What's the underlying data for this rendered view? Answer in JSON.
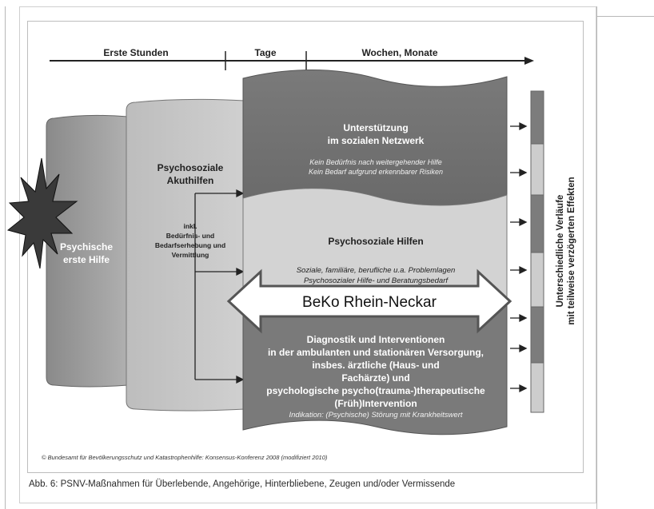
{
  "timeline": {
    "phase1": "Erste Stunden",
    "phase2": "Tage",
    "phase3": "Wochen, Monate"
  },
  "blocks": {
    "psychische_erste_hilfe": [
      "Psychische",
      "erste Hilfe"
    ],
    "akuthilfen_title": [
      "Psychosoziale",
      "Akuthilfen"
    ],
    "akuthilfen_sub": [
      "inkl.",
      "Bedürfnis- und",
      "Bedarfserhebung und",
      "Vermittlung"
    ],
    "netzwerk_title": [
      "Unterstützung",
      "im sozialen Netzwerk"
    ],
    "netzwerk_sub": [
      "Kein Bedürfnis nach weitergehender Hilfe",
      "Kein Bedarf aufgrund erkennbarer Risiken"
    ],
    "hilfen_title": "Psychosoziale Hilfen",
    "hilfen_sub": [
      "Soziale, familiäre, berufliche u.a. Problemlagen",
      "Psychosozialer Hilfe- und Beratungsbedarf"
    ],
    "diagnostik_title": [
      "Diagnostik und Interventionen",
      "in der ambulanten und stationären Versorgung,",
      "insbes. ärztliche (Haus- und",
      "Fachärzte) und",
      "psychologische psycho(trauma-)therapeutische",
      "(Früh)Intervention"
    ],
    "diagnostik_sub": "Indikation: (Psychische) Störung mit Krankheitswert"
  },
  "side_label": [
    "Unterschiedliche Verläufe",
    "mit teilweise verzögerten Effekten"
  ],
  "overlay_arrow_label": "BeKo Rhein-Neckar",
  "copyright": "© Bundesamt für Bevölkerungsschutz und Katastrophenhilfe: Konsensus-Konferenz 2008 (modifiziert 2010)",
  "caption": "Abb. 6: PSNV-Maßnahmen für Überlebende, Angehörige, Hinterbliebene, Zeugen und/oder Vermissende",
  "colors": {
    "dark_gray": "#777777",
    "mid_gray": "#9a9a9a",
    "light_gray": "#c8c8c8",
    "lighter_gray": "#d4d4d4",
    "burst": "#3a3a3a"
  }
}
